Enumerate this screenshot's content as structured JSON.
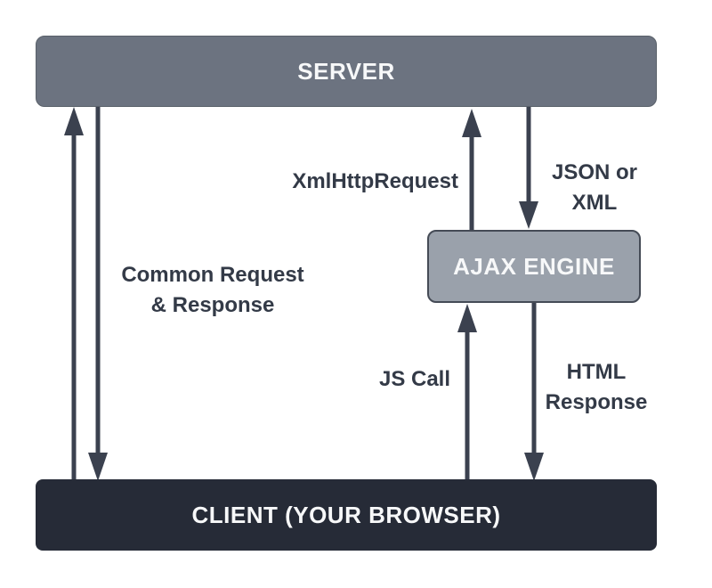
{
  "diagram": {
    "nodes": {
      "server": {
        "label": "SERVER"
      },
      "ajax_engine": {
        "label": "AJAX ENGINE"
      },
      "client": {
        "label": "CLIENT (YOUR BROWSER)"
      }
    },
    "edge_labels": {
      "xml_http_request": "XmlHttpRequest",
      "json_or_xml": "JSON or\nXML",
      "common_request_response": "Common Request\n& Response",
      "js_call": "JS Call",
      "html_response": "HTML\nResponse"
    },
    "colors": {
      "background": "#ffffff",
      "arrow": "#3b414f",
      "label_text": "#333a47",
      "node_text": "#f7f8f9",
      "server_bg": "#6c7380",
      "server_border": "#596069",
      "ajax_bg": "#9aa1ab",
      "ajax_border": "#454b56",
      "client_bg": "#262b37"
    }
  }
}
